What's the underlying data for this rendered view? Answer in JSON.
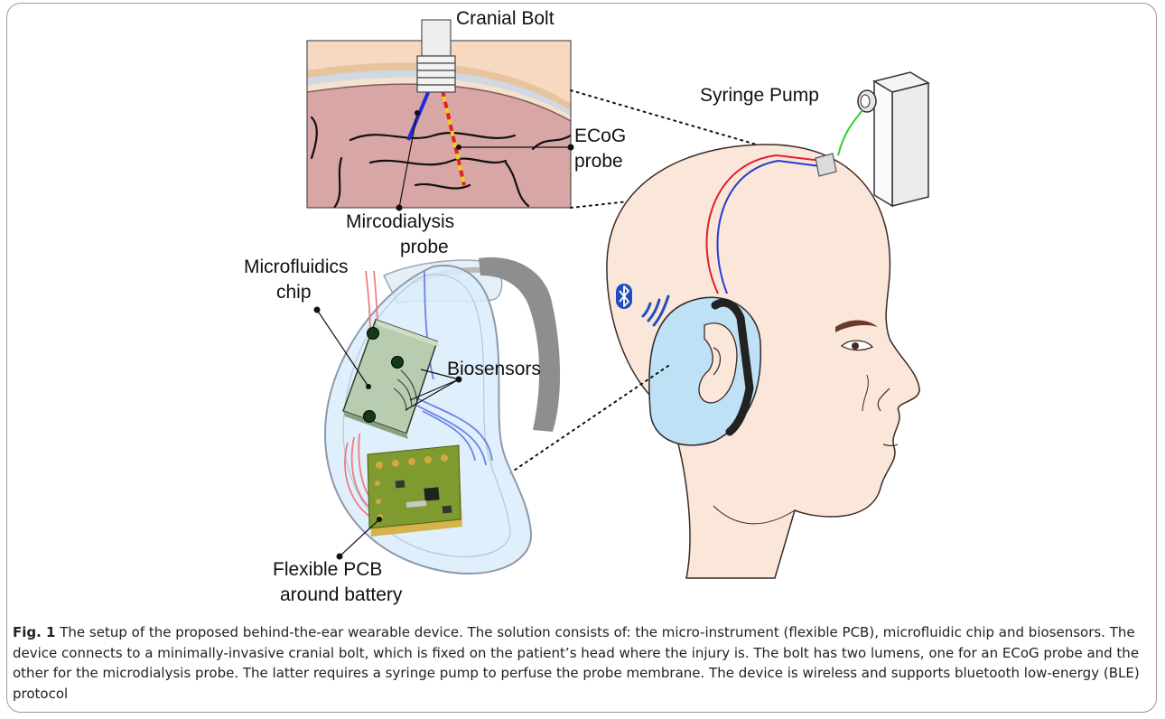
{
  "figure": {
    "labels": {
      "cranial_bolt": "Cranial Bolt",
      "syringe_pump": "Syringe Pump",
      "ecog_line1": "ECoG",
      "ecog_line2": "probe",
      "microdialysis_line1": "Mircodialysis",
      "microdialysis_line2": "probe",
      "microfluidics_line1": "Microfluidics",
      "microfluidics_line2": "chip",
      "biosensors": "Biosensors",
      "pcb_line1": "Flexible PCB",
      "pcb_line2": "around battery"
    },
    "icons": [
      "bluetooth-icon",
      "wireless-signal-icon"
    ],
    "colors": {
      "brain": "#d9a6a6",
      "skull": "#f3dfc8",
      "skin": "#fbe6da",
      "earpiece": "#bfe1f5",
      "pcb": "#8a9a2a",
      "red_wire": "#e0202a",
      "blue_wire": "#2a3ad0",
      "green_tube": "#33cc33"
    }
  },
  "caption": {
    "fig_label": "Fig. 1",
    "text": " The setup of the proposed behind-the-ear wearable device. The solution consists of: the micro-instrument (flexible PCB), microfluidic chip and biosensors. The device connects to a minimally-invasive cranial bolt, which is fixed on the patient’s head where the injury is. The bolt has two lumens, one for an ECoG probe and the other for the microdialysis probe. The latter requires a syringe pump to perfuse the probe membrane. The device is wireless and supports bluetooth low-energy (BLE) protocol"
  }
}
